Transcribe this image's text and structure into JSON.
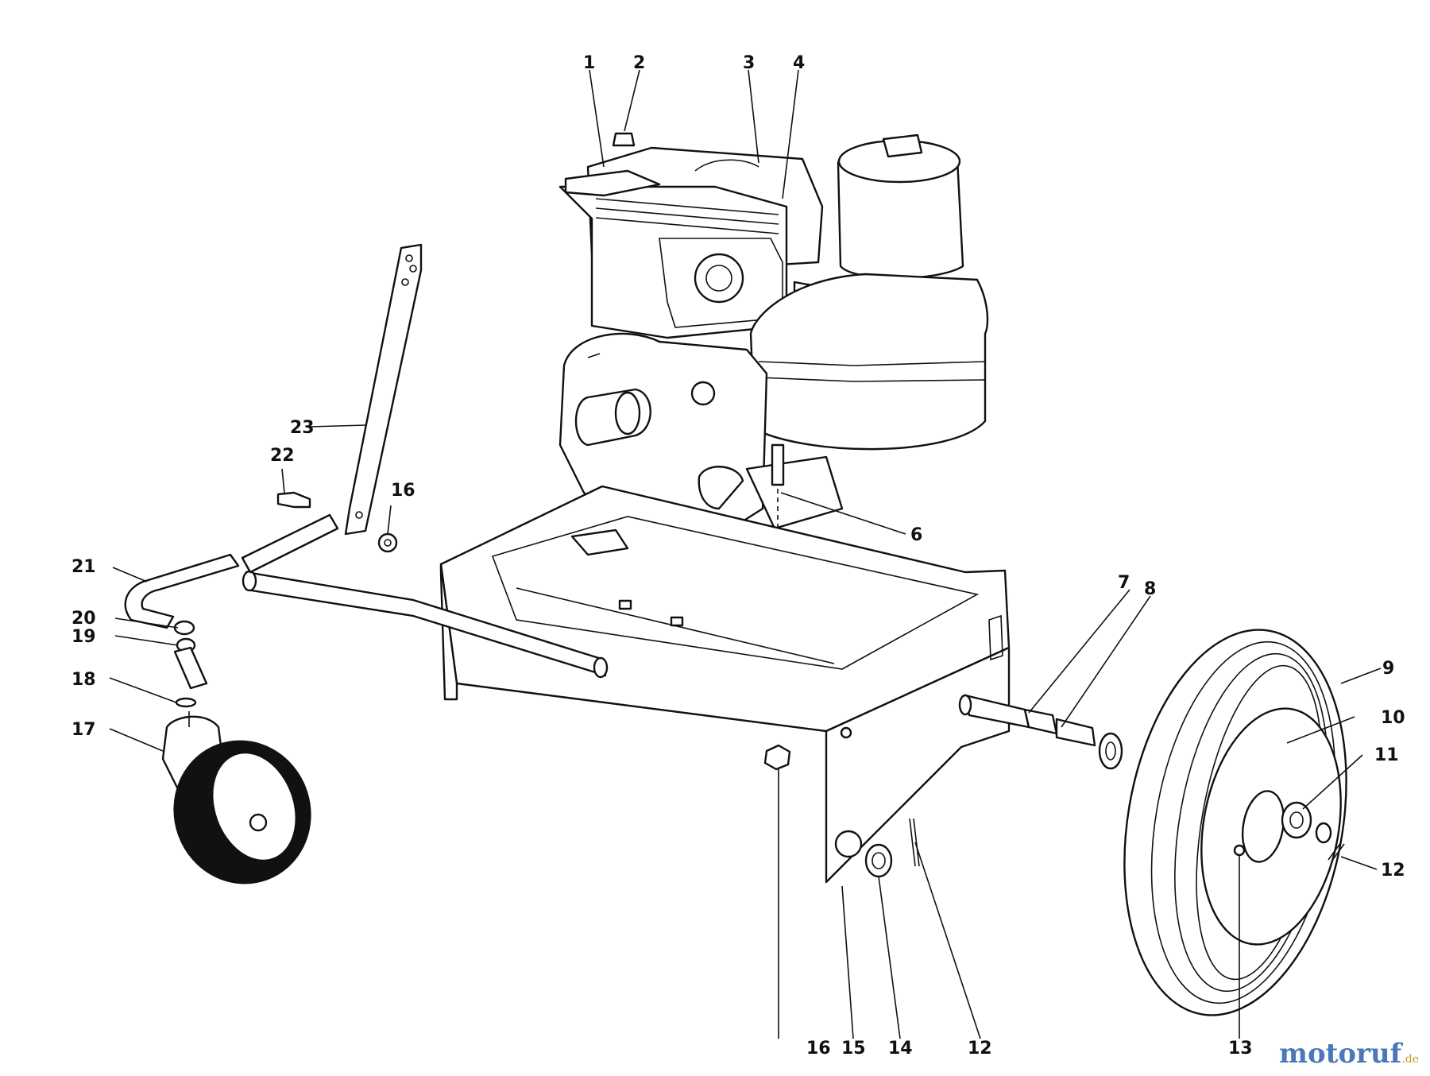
{
  "callouts": [
    {
      "id": "c1",
      "label": "1"
    },
    {
      "id": "c2",
      "label": "2"
    },
    {
      "id": "c3",
      "label": "3"
    },
    {
      "id": "c4",
      "label": "4"
    },
    {
      "id": "c6",
      "label": "6"
    },
    {
      "id": "c7",
      "label": "7"
    },
    {
      "id": "c8",
      "label": "8"
    },
    {
      "id": "c9",
      "label": "9"
    },
    {
      "id": "c10",
      "label": "10"
    },
    {
      "id": "c11",
      "label": "11"
    },
    {
      "id": "c12a",
      "label": "12"
    },
    {
      "id": "c12b",
      "label": "12"
    },
    {
      "id": "c13",
      "label": "13"
    },
    {
      "id": "c14",
      "label": "14"
    },
    {
      "id": "c15",
      "label": "15"
    },
    {
      "id": "c16a",
      "label": "16"
    },
    {
      "id": "c16b",
      "label": "16"
    },
    {
      "id": "c17",
      "label": "17"
    },
    {
      "id": "c18",
      "label": "18"
    },
    {
      "id": "c19",
      "label": "19"
    },
    {
      "id": "c20",
      "label": "20"
    },
    {
      "id": "c21",
      "label": "21"
    },
    {
      "id": "c22",
      "label": "22"
    },
    {
      "id": "c23",
      "label": "23"
    }
  ],
  "watermark": {
    "main": "motoruf",
    "tld": ".de"
  }
}
